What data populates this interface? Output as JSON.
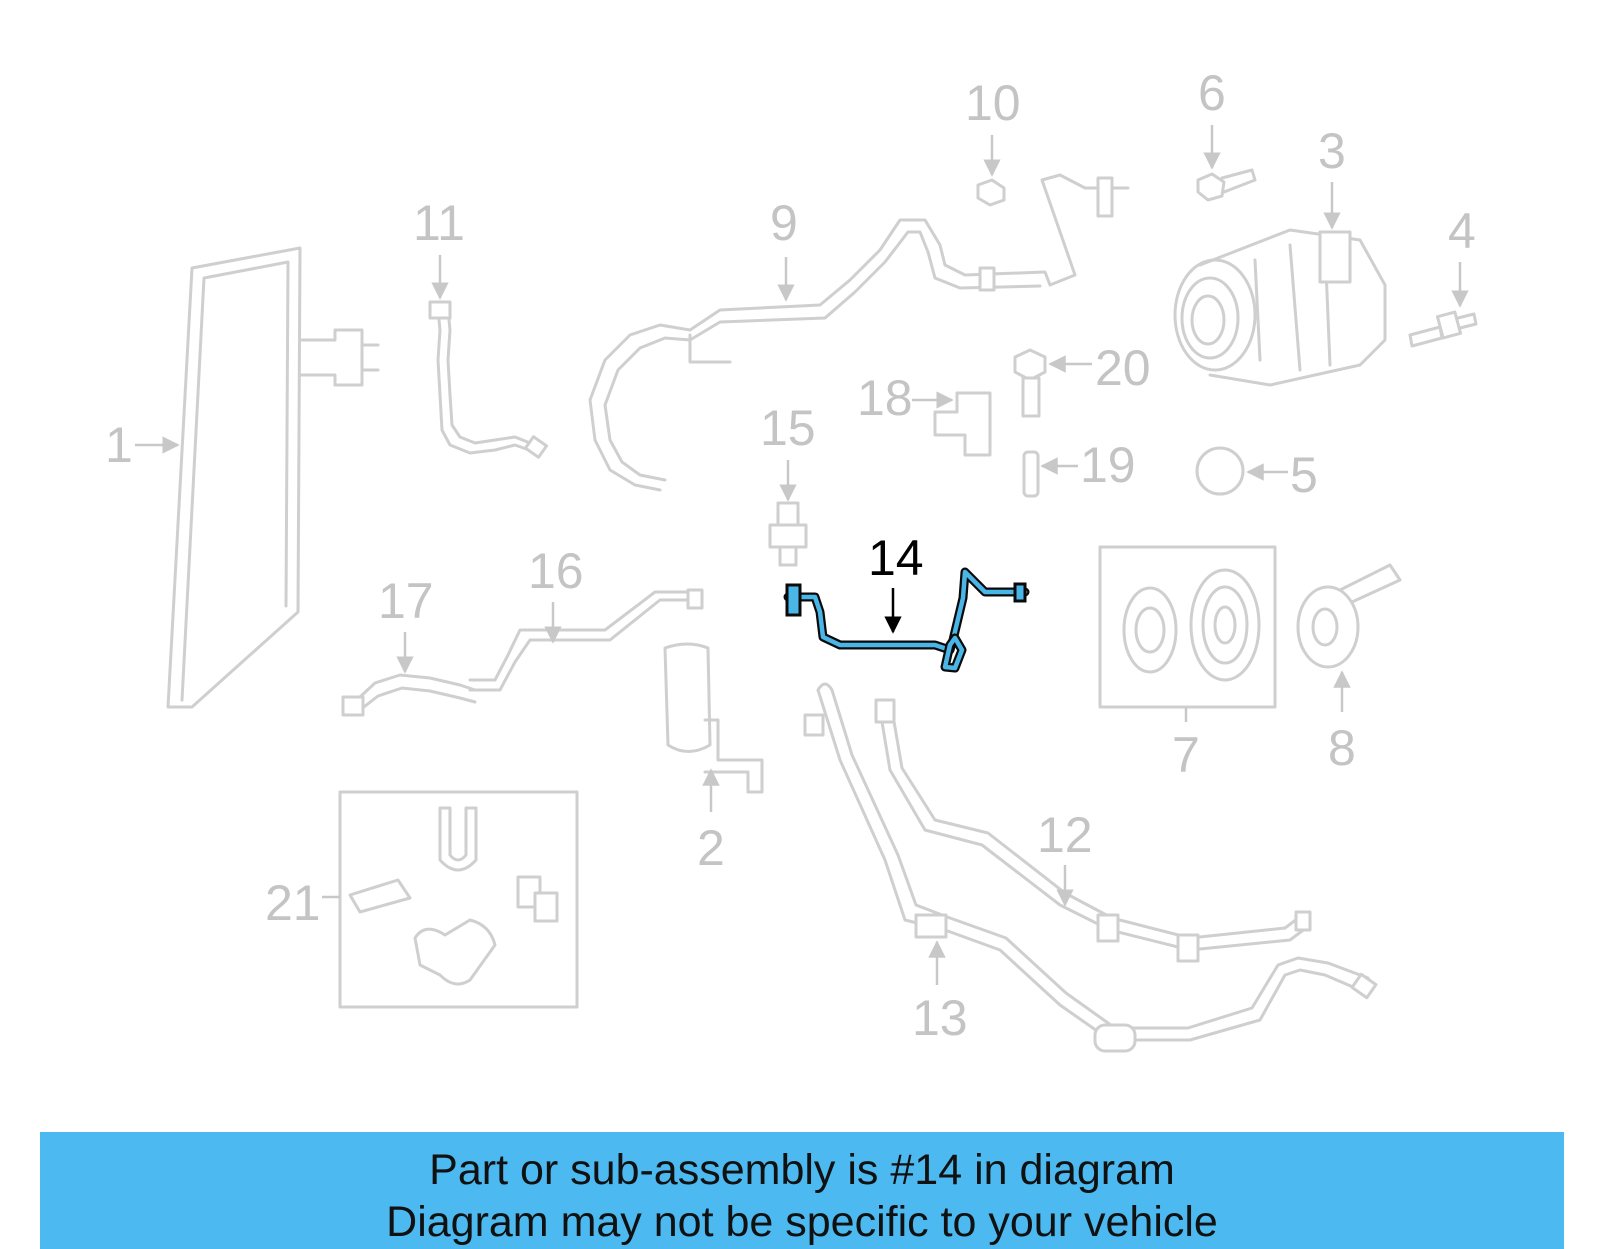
{
  "diagram": {
    "highlighted_part": "14",
    "callouts": [
      "1",
      "2",
      "3",
      "4",
      "5",
      "6",
      "7",
      "8",
      "9",
      "10",
      "11",
      "12",
      "13",
      "14",
      "15",
      "16",
      "17",
      "18",
      "19",
      "20",
      "21"
    ]
  },
  "banner": {
    "line1": "Part or sub-assembly is #14 in diagram",
    "line2": "Diagram may not be specific to your vehicle"
  },
  "colors": {
    "banner_background": "#4cb9f0",
    "highlight": "#4ab6e8",
    "ghost_parts": "#cfcfcf"
  }
}
